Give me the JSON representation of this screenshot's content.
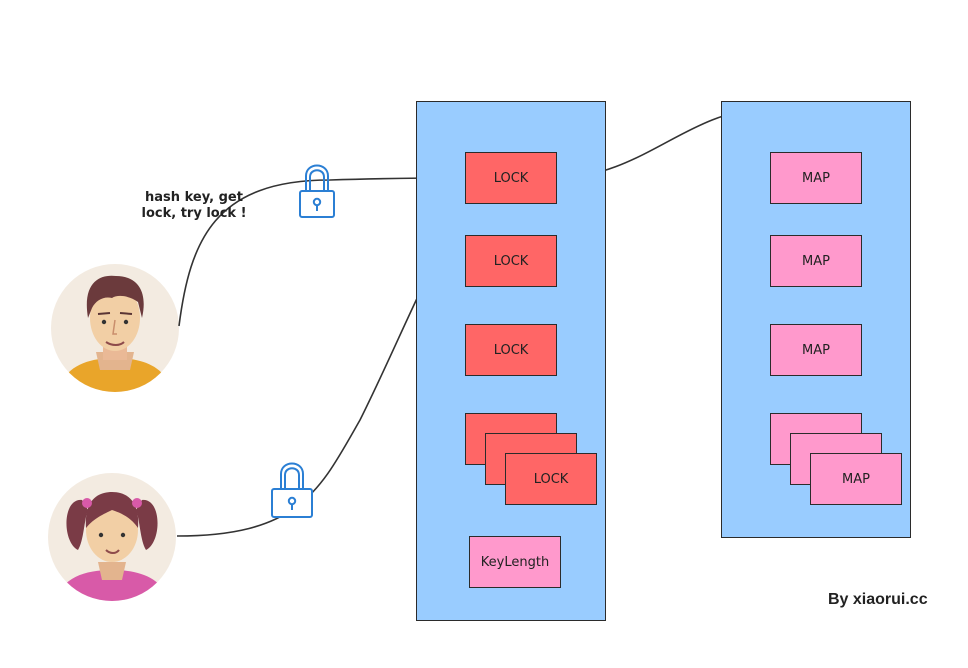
{
  "annotation": {
    "line1": "hash key, get",
    "line2": "lock, try lock !"
  },
  "segments": {
    "lock_labels": [
      "LOCK",
      "LOCK",
      "LOCK",
      "LOCK"
    ],
    "key_length_label": "KeyLength"
  },
  "maps": {
    "labels": [
      "MAP",
      "MAP",
      "MAP",
      "MAP"
    ]
  },
  "credit": "By xiaorui.cc",
  "colors": {
    "column_fill": "#99ccff",
    "lock_fill": "#ff6666",
    "map_fill": "#ff99cc",
    "padlock_stroke": "#2b7fd4",
    "arrow": "#333333"
  },
  "icons": [
    "male-user-icon",
    "female-user-icon",
    "padlock-icon",
    "padlock-icon"
  ]
}
